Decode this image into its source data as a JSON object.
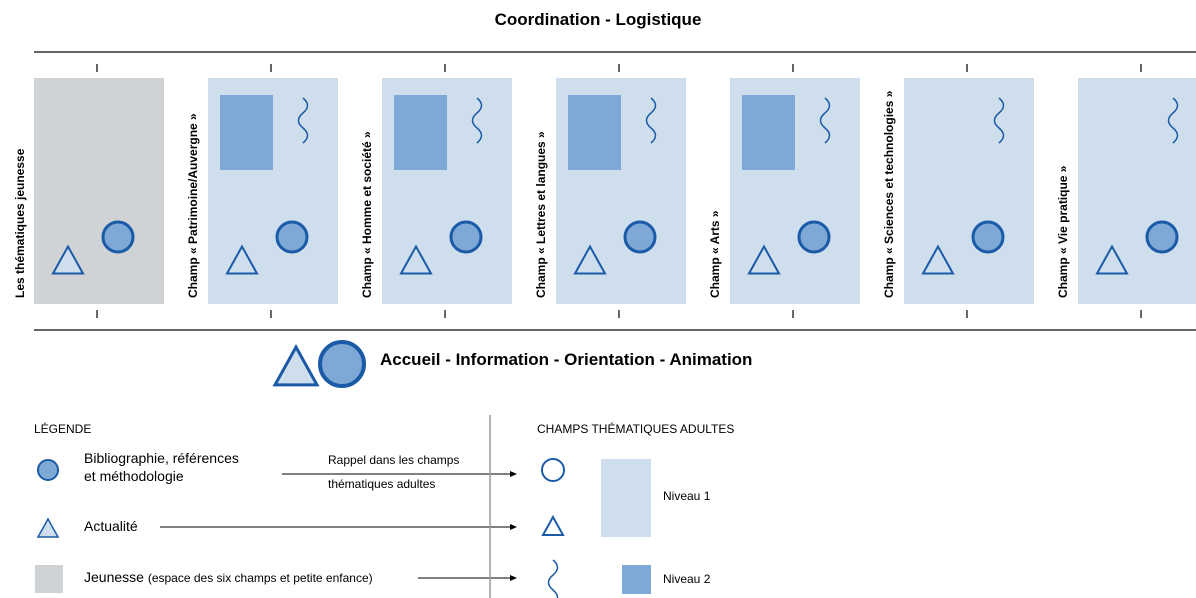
{
  "header": {
    "title": "Coordination - Logistique"
  },
  "footer": {
    "title": "Accueil - Information - Orientation - Animation"
  },
  "columns": [
    {
      "label": "Les thématiques jeunesse"
    },
    {
      "label": "Champ « Patrimoine/Auvergne »"
    },
    {
      "label": "Champ « Homme et société »"
    },
    {
      "label": "Champ « Lettres et langues »"
    },
    {
      "label": "Champ « Arts »"
    },
    {
      "label": "Champ « Sciences et technologies »"
    },
    {
      "label": "Champ « Vie pratique »"
    }
  ],
  "legend": {
    "title": "LÉGENDE",
    "items": [
      {
        "icon": "circle-icon",
        "label_line1": "Bibliographie, références",
        "label_line2": "et méthodologie"
      },
      {
        "icon": "triangle-icon",
        "label": "Actualité"
      },
      {
        "icon": "gray-square-icon",
        "label": "Jeunesse",
        "note": "(espace des six champs et petite enfance)"
      }
    ],
    "arrow_note_line1": "Rappel dans les champs",
    "arrow_note_line2": "thématiques adultes"
  },
  "adult_fields": {
    "title": "CHAMPS THÉMATIQUES ADULTES",
    "level1": "Niveau 1",
    "level2": "Niveau 2"
  },
  "colors": {
    "level1": "#cfdeed",
    "level2": "#7ea9d6",
    "youth": "#d0d3d6",
    "stroke": "#1a5aa6",
    "line": "#333333"
  }
}
